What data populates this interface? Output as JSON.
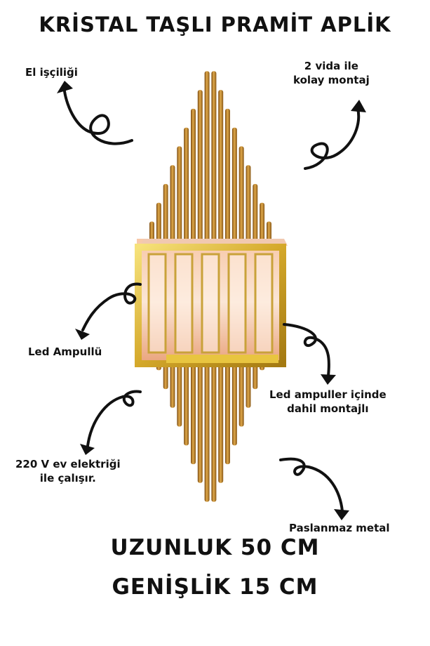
{
  "title": "KRİSTAL TAŞLI PRAMİT APLİK",
  "features": {
    "handcraft": "El işçiliği",
    "mount_line1": "2 vida ile",
    "mount_line2": "kolay montaj",
    "led": "Led Ampullü",
    "led_included_line1": "Led ampuller içinde",
    "led_included_line2": "dahil montajlı",
    "voltage_line1": "220 V ev elektriği",
    "voltage_line2": "ile çalışır.",
    "material": "Paslanmaz metal"
  },
  "dimensions": {
    "length": "UZUNLUK 50 CM",
    "width": "GENİŞLİK 15 CM"
  },
  "colors": {
    "gold": "#c9932e",
    "gold_dark": "#8a5a12",
    "gold_light": "#f3cf6a",
    "arrow": "#111111"
  }
}
